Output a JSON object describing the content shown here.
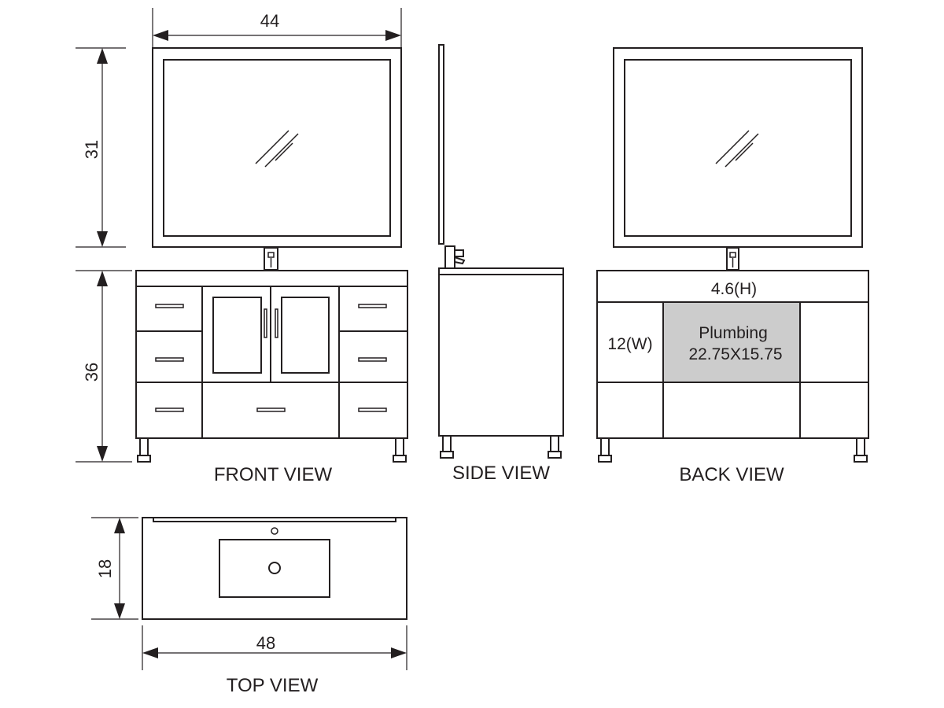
{
  "views": {
    "front": "FRONT VIEW",
    "side": "SIDE VIEW",
    "back": "BACK VIEW",
    "top": "TOP VIEW"
  },
  "dimensions": {
    "mirror_width": "44",
    "mirror_height": "31",
    "cabinet_height": "36",
    "top_depth": "18",
    "top_width": "48"
  },
  "back_notes": {
    "height_label": "4.6(H)",
    "width_label": "12(W)",
    "plumbing_title": "Plumbing",
    "plumbing_size": "22.75X15.75"
  },
  "colors": {
    "line": "#231f20",
    "plumbing_fill": "#cccccc",
    "background": "#ffffff"
  }
}
